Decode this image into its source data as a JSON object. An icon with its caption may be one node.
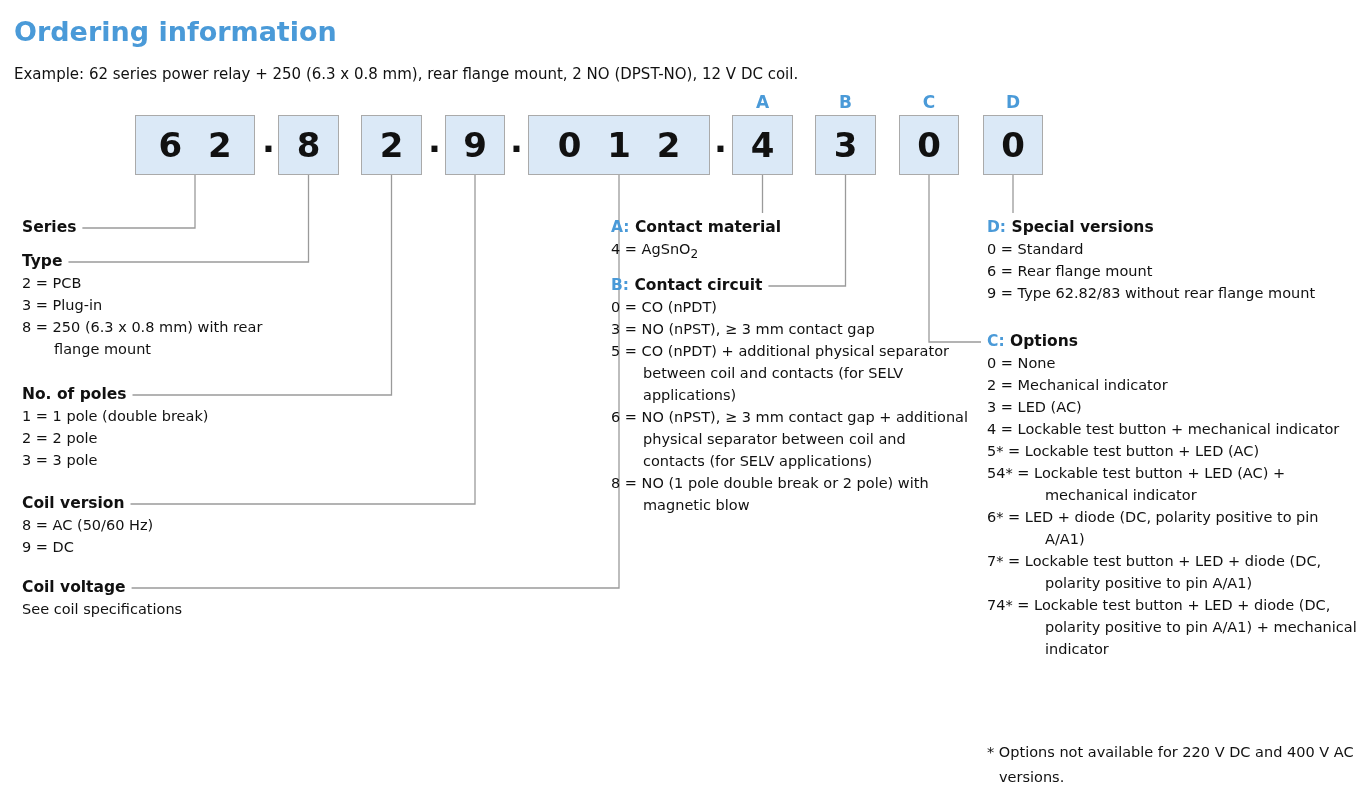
{
  "diagram": {
    "title": "Ordering information",
    "nodes": [
      {
        "text": [
          "6 2"
        ]
      },
      {
        "text": [
          "8"
        ]
      },
      {
        "text": [
          "2"
        ]
      },
      {
        "text": [
          "9"
        ]
      },
      {
        "text": [
          "0 1 2"
        ]
      },
      {
        "text": [
          "4"
        ],
        "beside": [
          "A"
        ]
      },
      {
        "text": [
          "3"
        ],
        "beside": [
          "B"
        ]
      },
      {
        "text": [
          "0"
        ],
        "beside": [
          "C"
        ]
      },
      {
        "text": [
          "0"
        ],
        "beside": [
          "D"
        ]
      },
      {
        "text": [
          "Series"
        ]
      },
      {
        "text": [
          "Type",
          "2 = PCB",
          "3 = Plug-in",
          "8 = 250 (6.3 x 0.8 mm) with rear flange mount"
        ]
      },
      {
        "text": [
          "No. of poles",
          "1 = 1 pole (double break)",
          "2 = 2 pole",
          "3 = 3 pole"
        ]
      },
      {
        "text": [
          "Coil version",
          "8 = AC (50/60 Hz)",
          "9 = DC"
        ]
      },
      {
        "text": [
          "Coil voltage",
          "See coil specifications"
        ]
      },
      {
        "text": [
          "A: Contact material",
          "4 = AgSnO$_{2}$"
        ]
      },
      {
        "text": [
          "B: Contact circuit",
          "0 = CO (nPDT)",
          "3 = NO (nPST), ≥ 3 mm contact gap",
          "5 = CO (nPDT) + additional physical separator between coil and contacts (for SELV applications)",
          "6 = NO (nPST), ≥ 3 mm contact gap + additional physical separator between coil and contacts (for SELV applications)",
          "8 = NO (1 pole double break or 2 pole) with magnetic blow"
        ]
      },
      {
        "text": [
          "D: Special versions",
          "0 = Standard",
          "6 = Rear flange mount",
          "9 = Type 62.82/83 without rear flange mount"
        ]
      },
      {
        "text": [
          "C: Options",
          "0 = None",
          "2 = Mechanical indicator",
          "3 = LED (AC)",
          "4 = Lockable test button + mechanical indicator",
          "5* = Lockable test button + LED (AC)",
          "54* = Lockable test button + LED (AC) + mechanical indicator",
          "6* = LED + diode (DC, polarity positive to pin A/A1)",
          "7* = Lockable test button + LED + diode (DC, polarity positive to pin A/A1)",
          "74* = Lockable test button + LED + diode (DC, polarity positive to pin A/A1) + mechanical indicator"
        ]
      }
    ],
    "edges": [
      {
        "from": 0,
        "to": 9,
        "arrow": "none"
      },
      {
        "from": 1,
        "to": 10,
        "arrow": "none"
      },
      {
        "from": 2,
        "to": 11,
        "arrow": "none"
      },
      {
        "from": 3,
        "to": 12,
        "arrow": "none"
      },
      {
        "from": 4,
        "to": 13,
        "arrow": "none"
      },
      {
        "from": 5,
        "to": 14,
        "arrow": "none"
      },
      {
        "from": 6,
        "to": 15,
        "arrow": "none"
      },
      {
        "from": 7,
        "to": 17,
        "arrow": "none"
      },
      {
        "from": 8,
        "to": 16,
        "arrow": "none"
      }
    ],
    "labels": [
      "Example: 62 series power relay + 250 (6.3 x 0.8 mm), rear flange mount, 2 NO (DPST-NO), 12 V DC coil.",
      ".",
      ".",
      ".",
      ".",
      "* Options not available for 220 V DC and 400 V AC versions."
    ]
  }
}
